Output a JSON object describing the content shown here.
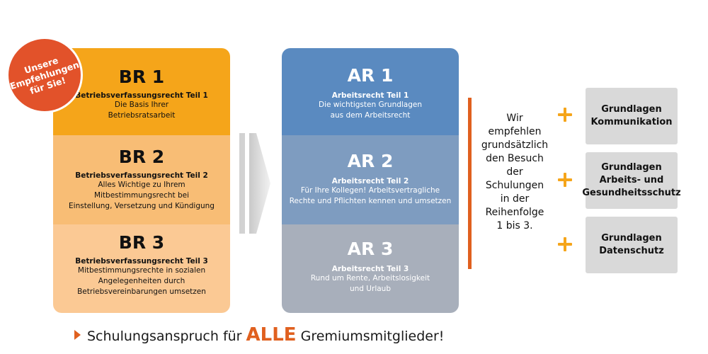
{
  "badge": {
    "text": "Unsere\nEmpfehlungen\nfür Sie!"
  },
  "br_cards": [
    {
      "title": "BR 1",
      "subtitle": "Betriebsverfassungsrecht Teil 1",
      "description": "Die Basis Ihrer\nBetriebsratsarbeit"
    },
    {
      "title": "BR 2",
      "subtitle": "Betriebsverfassungsrecht Teil 2",
      "description": "Alles Wichtige zu Ihrem\nMitbestimmungsrecht bei\nEinstellung, Versetzung und Kündigung"
    },
    {
      "title": "BR 3",
      "subtitle": "Betriebsverfassungsrecht Teil 3",
      "description": "Mitbestimmungsrechte in sozialen\nAngelegenheiten durch\nBetriebsvereinbarungen umsetzen"
    }
  ],
  "ar_cards": [
    {
      "title": "AR 1",
      "subtitle": "Arbeitsrecht Teil 1",
      "description": "Die wichtigsten Grundlagen\naus dem Arbeitsrecht"
    },
    {
      "title": "AR 2",
      "subtitle": "Arbeitsrecht Teil 2",
      "description": "Für Ihre Kollegen! Arbeitsvertragliche\nRechte und Pflichten kennen und umsetzen"
    },
    {
      "title": "AR 3",
      "subtitle": "Arbeitsrecht Teil 3",
      "description": "Rund um Rente, Arbeitslosigkeit\nund Urlaub"
    }
  ],
  "recommendation": "Wir\nempfehlen\ngrundsätzlich\nden Besuch\nder\nSchulungen\nin der\nReihenfolge\n1 bis 3.",
  "topics": [
    "Grundlagen\nKommunikation",
    "Grundlagen\nArbeits- und\nGesundheitsschutz",
    "Grundlagen\nDatenschutz"
  ],
  "footer": {
    "before": "Schulungsanspruch für ",
    "emphasis": "ALLE",
    "after": " Gremiumsmitglieder!"
  },
  "colors": {
    "orange": "#f5a51a",
    "accent_red": "#e0601f",
    "badge_red": "#e2522a",
    "blue": "#5a8ac0",
    "grey_box": "#d9d9d9"
  }
}
